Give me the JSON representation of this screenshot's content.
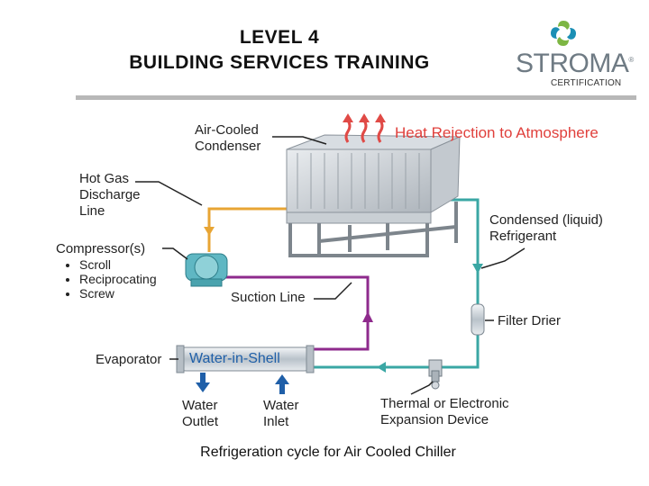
{
  "header": {
    "title_line1": "LEVEL 4",
    "title_line2": "BUILDING SERVICES TRAINING"
  },
  "logo": {
    "word": "STROMA",
    "trademark": "®",
    "sub": "CERTIFICATION",
    "colors": [
      "#7db643",
      "#1b8fb5",
      "#5a6670"
    ]
  },
  "labels": {
    "condenser": [
      "Air-Cooled",
      "Condenser"
    ],
    "heat_rejection": "Heat Rejection to Atmosphere",
    "hot_gas": [
      "Hot Gas",
      "Discharge",
      "Line"
    ],
    "compressor_title": "Compressor(s)",
    "compressor_types": [
      "Scroll",
      "Reciprocating",
      "Screw"
    ],
    "condensed": [
      "Condensed (liquid)",
      "Refrigerant"
    ],
    "suction": "Suction Line",
    "filter": "Filter Drier",
    "evaporator": "Evaporator",
    "shell": "Water-in-Shell",
    "water_outlet": [
      "Water",
      "Outlet"
    ],
    "water_inlet": [
      "Water",
      "Inlet"
    ],
    "expansion": [
      "Thermal or Electronic",
      "Expansion Device"
    ]
  },
  "caption": "Refrigeration cycle for Air Cooled Chiller",
  "colors": {
    "hot_gas_line": "#e8a534",
    "liquid_line": "#3aa7a4",
    "suction_line": "#8e2a8c",
    "heat_arrows": "#e04a46",
    "water_arrows": "#1f5fa8",
    "shell_text": "#1f5fa8"
  }
}
